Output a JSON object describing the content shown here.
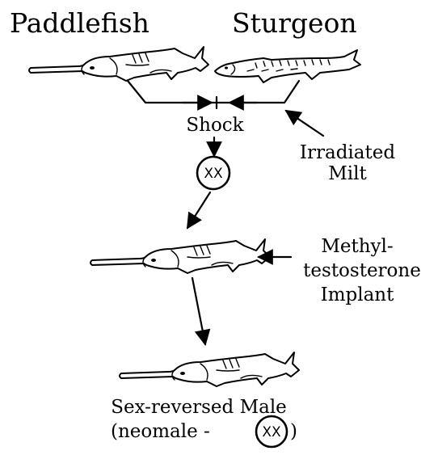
{
  "title_left": "Paddlefish",
  "title_right": "Sturgeon",
  "shock_label": "Shock",
  "irradiated_label": [
    "Irradiated",
    "Milt"
  ],
  "genotype": "XX",
  "implant_label": [
    "Methyl-",
    "testosterone",
    "Implant"
  ],
  "result_label": "Sex-reversed Male",
  "result_sub_prefix": "(neomale - ",
  "result_sub_suffix": ")",
  "icons": [
    "paddlefish-icon",
    "sturgeon-icon",
    "genotype-circle-icon",
    "arrow-icon"
  ]
}
